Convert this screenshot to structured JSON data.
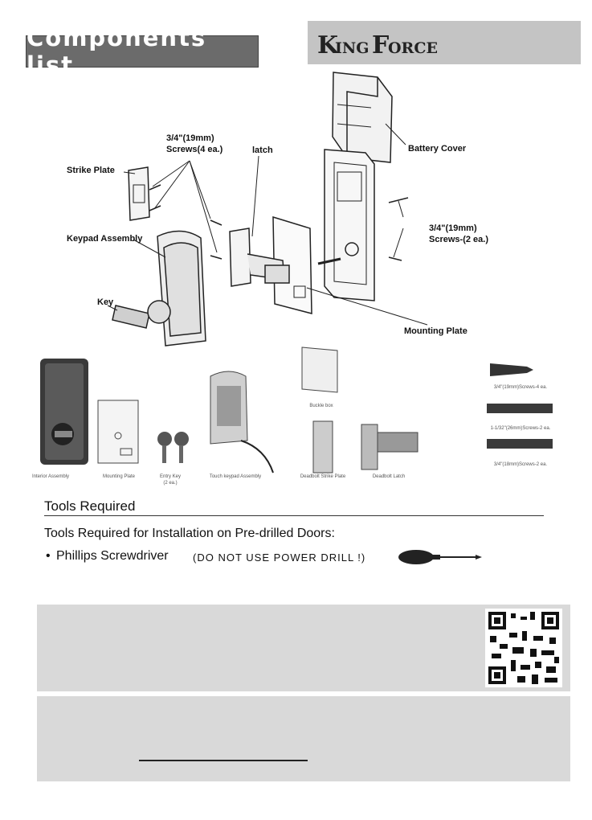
{
  "header": {
    "title": "Components list",
    "brand": "KINGFORCE"
  },
  "diagram_labels": {
    "screws_top_size": "3/4\"(19mm)",
    "screws_top_count": "Screws(4 ea.)",
    "latch": "latch",
    "battery_cover": "Battery Cover",
    "strike_plate": "Strike Plate",
    "keypad_assembly": "Keypad Assembly",
    "screws_right_size": "3/4\"(19mm)",
    "screws_right_count": "Screws-(2 ea.)",
    "key": "Key",
    "mounting_plate": "Mounting Plate"
  },
  "parts_row": {
    "interior_assembly": "Interior Assembly",
    "mounting_plate": "Mounting Plate",
    "entry_key": "Entry Key",
    "entry_key_qty": "(2 ea.)",
    "touch_keypad": "Touch keypad Assembly",
    "deadbolt_strike": "Deadbolt Strike Plate",
    "buckle_box": "Buckle box",
    "deadbolt_latch": "Deadbolt Latch",
    "screw_a": "3/4\"(19mm)Screws-4 ea.",
    "screw_b": "1-1/32\"(26mm)Screws-2 ea.",
    "screw_c": "3/4\"(18mm)Screws-2 ea."
  },
  "tools": {
    "heading": "Tools Required",
    "subheading": "Tools Required for Installation on Pre-drilled Doors:",
    "bullet": "•",
    "item": "Phillips  Screwdriver",
    "warning": "(DO NOT USE POWER DRILL !)"
  }
}
